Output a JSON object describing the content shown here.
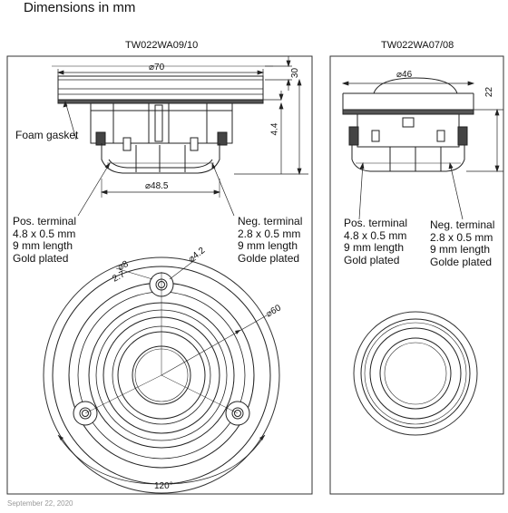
{
  "title": "Dimensions in mm",
  "left_panel": {
    "header": "TW022WA09/10",
    "dims": {
      "overall_dia": "70",
      "height_30": "30",
      "height_4_4": "4.4",
      "base_dia": "48.5",
      "hole_dia": "8",
      "offset": "2.7",
      "screw_dia": "4.2",
      "bolt_circle": "60",
      "angle": "120°"
    },
    "foam_gasket": "Foam gasket",
    "pos_terminal": [
      "Pos. terminal",
      "4.8 x 0.5 mm",
      "9 mm length",
      "Gold plated"
    ],
    "neg_terminal": [
      "Neg. terminal",
      "2.8 x 0.5 mm",
      "9 mm length",
      "Golde plated"
    ]
  },
  "right_panel": {
    "header": "TW022WA07/08",
    "dims": {
      "overall_dia": "46",
      "height_22": "22"
    },
    "pos_terminal": [
      "Pos. terminal",
      "4.8 x 0.5 mm",
      "9 mm length",
      "Gold plated"
    ],
    "neg_terminal": [
      "Neg. terminal",
      "2.8 x 0.5 mm",
      "9 mm length",
      "Golde plated"
    ]
  },
  "footer_date": "September 22, 2020"
}
